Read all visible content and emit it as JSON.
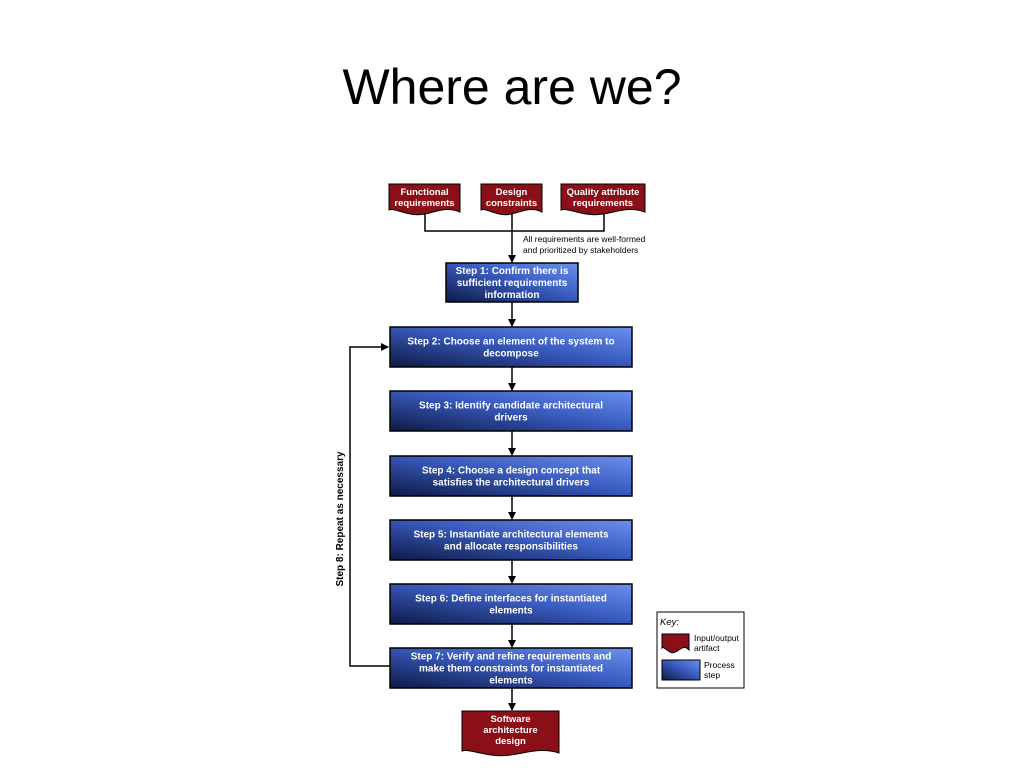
{
  "slide": {
    "title": "Where are we?"
  },
  "inputs": [
    {
      "id": "functional",
      "lines": [
        "Functional",
        "requirements"
      ]
    },
    {
      "id": "design",
      "lines": [
        "Design",
        "constraints"
      ]
    },
    {
      "id": "quality",
      "lines": [
        "Quality attribute",
        "requirements"
      ]
    }
  ],
  "merge_note": [
    "All requirements are well-formed",
    "and prioritized by stakeholders"
  ],
  "steps": [
    {
      "id": "step-1",
      "lines": [
        "Step 1: Confirm there is",
        "sufficient requirements",
        "information"
      ]
    },
    {
      "id": "step-2",
      "lines": [
        "Step 2: Choose an element of the system to",
        "decompose"
      ]
    },
    {
      "id": "step-3",
      "lines": [
        "Step 3: Identify candidate architectural",
        "drivers"
      ]
    },
    {
      "id": "step-4",
      "lines": [
        "Step 4: Choose a design concept that",
        "satisfies the architectural drivers"
      ]
    },
    {
      "id": "step-5",
      "lines": [
        "Step 5: Instantiate architectural elements",
        "and allocate responsibilities"
      ]
    },
    {
      "id": "step-6",
      "lines": [
        "Step 6: Define interfaces for instantiated",
        "elements"
      ]
    },
    {
      "id": "step-7",
      "lines": [
        "Step 7: Verify and refine requirements and",
        "make them constraints for instantiated",
        "elements"
      ]
    }
  ],
  "loop_label": "Step 8: Repeat as necessary",
  "output": {
    "id": "output",
    "lines": [
      "Software",
      "architecture",
      "design"
    ]
  },
  "key": {
    "title": "Key:",
    "artifact": [
      "Input/output",
      "artifact"
    ],
    "process": [
      "Process",
      "step"
    ]
  },
  "colors": {
    "artifact": "#8b0f17",
    "step_dark": "#0d1a45",
    "step_light": "#5f86e6",
    "line": "#000000"
  }
}
